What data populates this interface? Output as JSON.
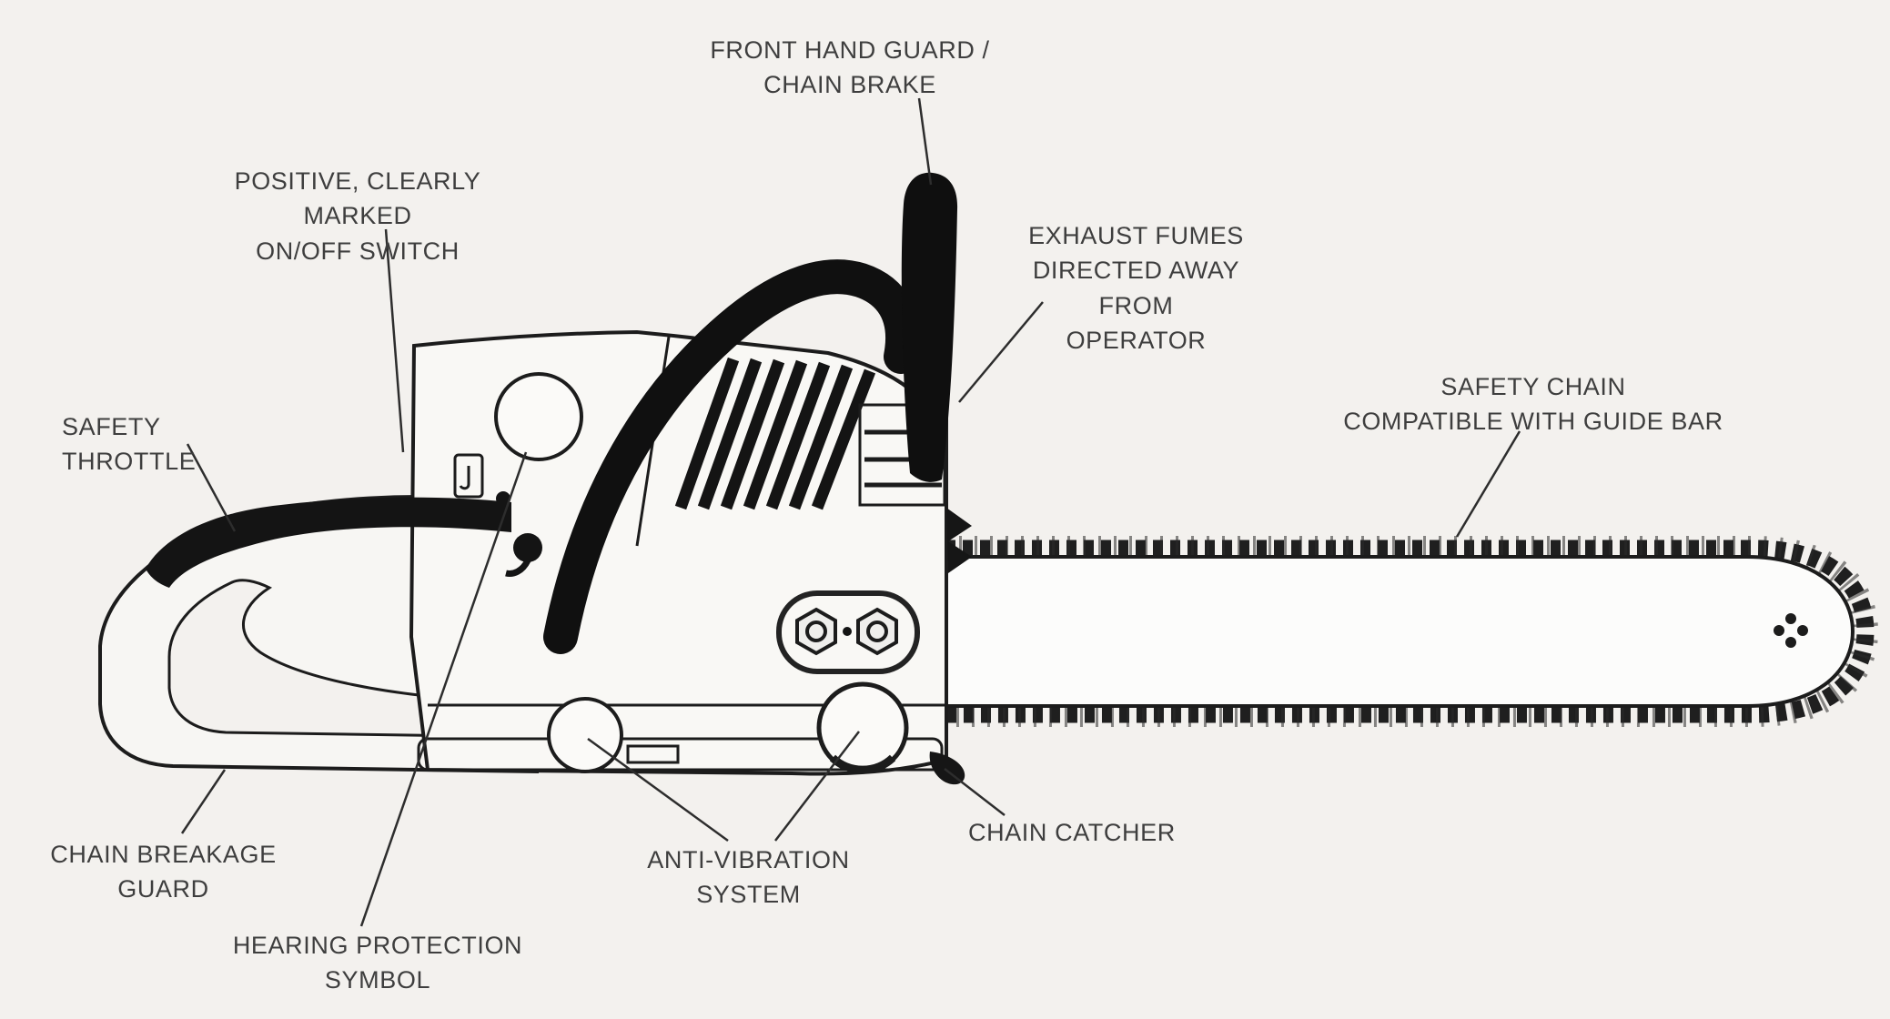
{
  "page": {
    "kind": "chainsaw safety features diagram",
    "background_color": "#f3f1ee",
    "ink_color": "#1c1c1c",
    "label_text_color": "#3e3e3e"
  },
  "labels": [
    {
      "id": "front-hand-guard",
      "text": "FRONT HAND GUARD /\nCHAIN BRAKE"
    },
    {
      "id": "on-off-switch",
      "text": "POSITIVE, CLEARLY MARKED\nON/OFF SWITCH"
    },
    {
      "id": "exhaust-fumes",
      "text": "EXHAUST FUMES\nDIRECTED AWAY FROM\nOPERATOR"
    },
    {
      "id": "safety-throttle",
      "text": "SAFETY THROTTLE"
    },
    {
      "id": "safety-chain",
      "text": "SAFETY CHAIN\nCOMPATIBLE WITH GUIDE BAR"
    },
    {
      "id": "chain-breakage-guard",
      "text": "CHAIN BREAKAGE\nGUARD"
    },
    {
      "id": "hearing-protection",
      "text": "HEARING PROTECTION\nSYMBOL"
    },
    {
      "id": "anti-vibration",
      "text": "ANTI-VIBRATION\nSYSTEM"
    },
    {
      "id": "chain-catcher",
      "text": "CHAIN CATCHER"
    }
  ]
}
